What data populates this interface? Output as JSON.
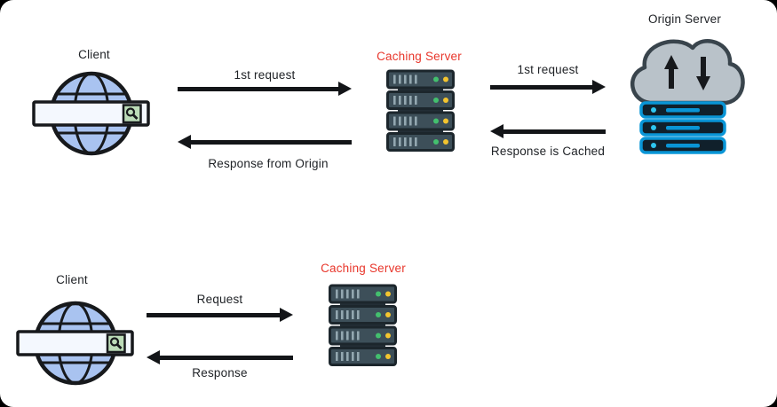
{
  "colors": {
    "caching_server_label": "#e8362b",
    "text": "#202327",
    "arrow": "#131518",
    "frame_background": "#000000",
    "page_background": "#ffffff",
    "globe_fill": "#a9c3f0",
    "rack_fill": "#3d4f59",
    "origin_server_outline": "#0995d6",
    "cloud_fill": "#b9c2c9"
  },
  "icons": {
    "client": "globe-with-search-bar-icon",
    "caching_server": "server-rack-icon",
    "origin_server": "cloud-sync-with-servers-icon"
  },
  "top": {
    "client_label": "Client",
    "caching_server_label": "Caching Server",
    "origin_server_label": "Origin Server",
    "first_request_label": "1st request",
    "origin_request_label": "1st request",
    "response_cached_label": "Response is Cached",
    "response_origin_label": "Response from Origin"
  },
  "bottom": {
    "client_label": "Client",
    "caching_server_label": "Caching Server",
    "request_label": "Request",
    "response_label": "Response"
  }
}
